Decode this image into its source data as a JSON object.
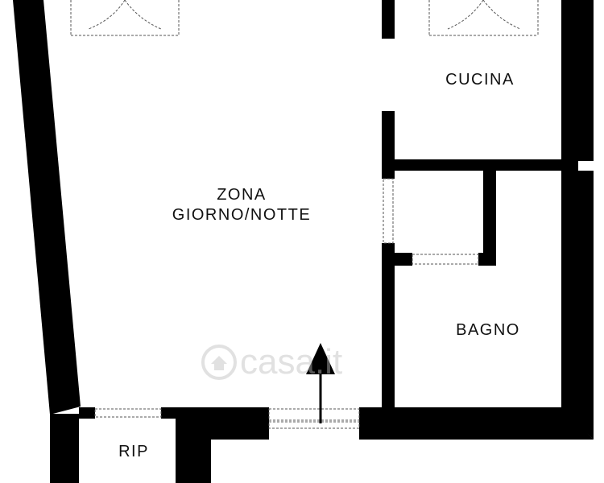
{
  "rooms": {
    "living": {
      "line1": "ZONA",
      "line2": "GIORNO/NOTTE"
    },
    "kitchen": "CUCINA",
    "bathroom": "BAGNO",
    "storage": "RIP"
  },
  "watermark": {
    "text": "casa.it",
    "icon": "house-circle-icon"
  },
  "entrance": {
    "icon": "entrance-arrow-icon"
  },
  "colors": {
    "wall": "#000000",
    "background": "#ffffff",
    "watermark": "#bdbdbd"
  }
}
